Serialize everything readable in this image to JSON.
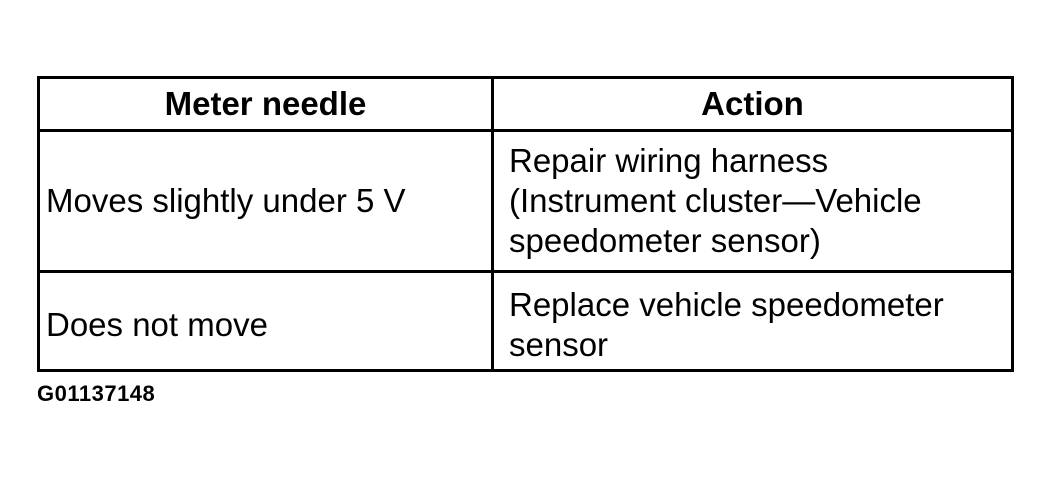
{
  "table": {
    "headers": [
      "Meter needle",
      "Action"
    ],
    "rows": [
      {
        "meter_needle": "Moves slightly under 5 V",
        "action_lines": [
          "Repair wiring harness",
          "(Instrument cluster—Vehicle",
          "speedometer sensor)"
        ]
      },
      {
        "meter_needle": "Does not move",
        "action_lines": [
          "Replace vehicle speedometer",
          "sensor"
        ]
      }
    ]
  },
  "figure_id": "G01137148"
}
